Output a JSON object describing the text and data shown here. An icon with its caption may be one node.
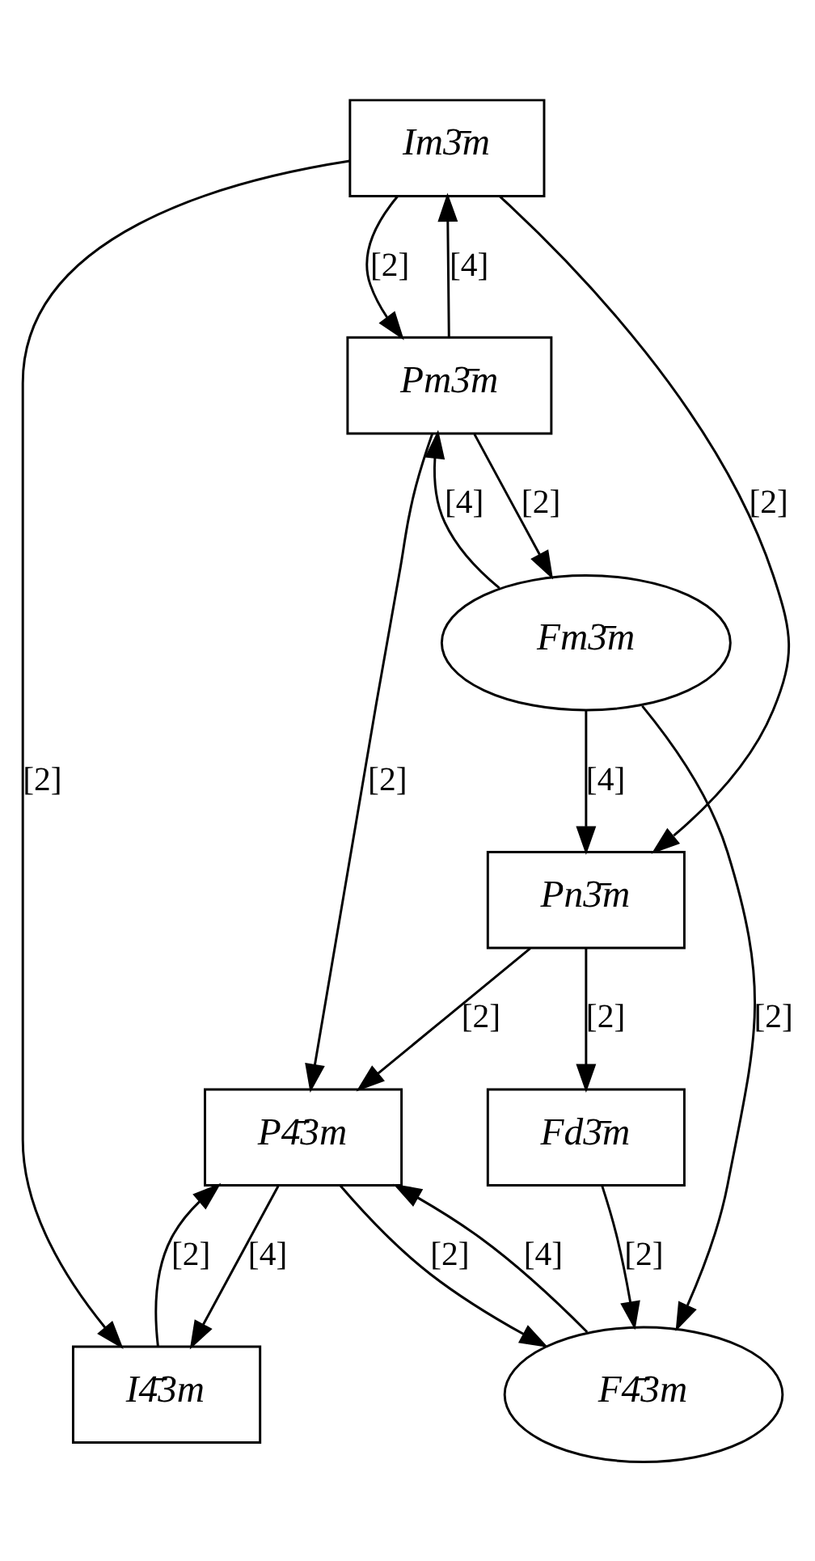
{
  "diagram": {
    "nodes": [
      {
        "text": [
          "Im3̄m"
        ]
      },
      {
        "text": [
          "Pm3̄m"
        ]
      },
      {
        "text": [
          "Fm3̄m"
        ]
      },
      {
        "text": [
          "Pn3̄m"
        ]
      },
      {
        "text": [
          "P4̄3m"
        ]
      },
      {
        "text": [
          "Fd3̄m"
        ]
      },
      {
        "text": [
          "I4̄3m"
        ]
      },
      {
        "text": [
          "F4̄3m"
        ]
      }
    ],
    "edges": [
      {
        "from": 0,
        "to": 1,
        "arrow": "to",
        "label": "[2]"
      },
      {
        "from": 1,
        "to": 0,
        "arrow": "to",
        "label": "[4]"
      },
      {
        "from": 0,
        "to": 3,
        "arrow": "to",
        "label": "[2]"
      },
      {
        "from": 0,
        "to": 6,
        "arrow": "to",
        "label": "[2]"
      },
      {
        "from": 1,
        "to": 2,
        "arrow": "to",
        "label": "[2]"
      },
      {
        "from": 2,
        "to": 1,
        "arrow": "to",
        "label": "[4]"
      },
      {
        "from": 1,
        "to": 4,
        "arrow": "to",
        "label": "[2]"
      },
      {
        "from": 2,
        "to": 3,
        "arrow": "to",
        "label": "[4]"
      },
      {
        "from": 2,
        "to": 7,
        "arrow": "to",
        "label": "[2]"
      },
      {
        "from": 3,
        "to": 4,
        "arrow": "to",
        "label": "[2]"
      },
      {
        "from": 3,
        "to": 5,
        "arrow": "to",
        "label": "[2]"
      },
      {
        "from": 5,
        "to": 7,
        "arrow": "to",
        "label": "[2]"
      },
      {
        "from": 4,
        "to": 6,
        "arrow": "to",
        "label": "[4]"
      },
      {
        "from": 6,
        "to": 4,
        "arrow": "to",
        "label": "[2]"
      },
      {
        "from": 4,
        "to": 7,
        "arrow": "to",
        "label": "[2]"
      },
      {
        "from": 7,
        "to": 4,
        "arrow": "to",
        "label": "[4]"
      }
    ]
  }
}
